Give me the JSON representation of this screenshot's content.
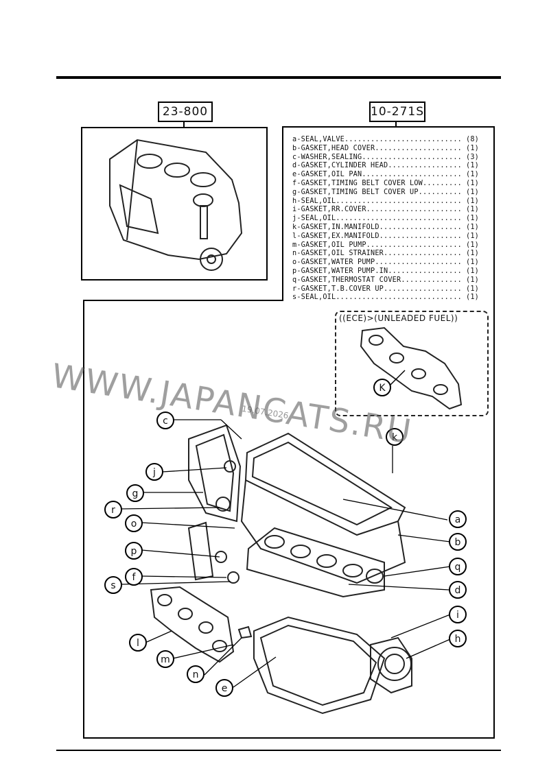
{
  "part_numbers": {
    "engine_block": "23-800",
    "gasket_kit": "10-271S"
  },
  "legend": [
    {
      "key": "a",
      "text": "a-SEAL,VALVE",
      "qty": "(8)"
    },
    {
      "key": "b",
      "text": "b-GASKET,HEAD COVER",
      "qty": "(1)"
    },
    {
      "key": "c",
      "text": "c-WASHER,SEALING",
      "qty": "(3)"
    },
    {
      "key": "d",
      "text": "d-GASKET,CYLINDER HEAD",
      "qty": "(1)"
    },
    {
      "key": "e",
      "text": "e-GASKET,OIL PAN",
      "qty": "(1)"
    },
    {
      "key": "f",
      "text": "f-GASKET,TIMING BELT COVER LOW",
      "qty": "(1)"
    },
    {
      "key": "g",
      "text": "g-GASKET,TIMING BELT COVER UP",
      "qty": "(1)"
    },
    {
      "key": "h",
      "text": "h-SEAL,OIL",
      "qty": "(1)"
    },
    {
      "key": "i",
      "text": "i-GASKET,RR.COVER",
      "qty": "(1)"
    },
    {
      "key": "j",
      "text": "j-SEAL,OIL",
      "qty": "(1)"
    },
    {
      "key": "k",
      "text": "k-GASKET,IN.MANIFOLD",
      "qty": "(1)"
    },
    {
      "key": "l",
      "text": "l-GASKET,EX.MANIFOLD",
      "qty": "(1)"
    },
    {
      "key": "m",
      "text": "m-GASKET,OIL PUMP",
      "qty": "(1)"
    },
    {
      "key": "n",
      "text": "n-GASKET,OIL STRAINER",
      "qty": "(1)"
    },
    {
      "key": "o",
      "text": "o-GASKET,WATER PUMP",
      "qty": "(1)"
    },
    {
      "key": "p",
      "text": "p-GASKET,WATER PUMP.IN",
      "qty": "(1)"
    },
    {
      "key": "q",
      "text": "q-GASKET,THERMOSTAT COVER",
      "qty": "(1)"
    },
    {
      "key": "r",
      "text": "r-GASKET,T.B.COVER UP",
      "qty": "(1)"
    },
    {
      "key": "s",
      "text": "s-SEAL,OIL",
      "qty": "(1)"
    }
  ],
  "ece_label": "((ECE)>(UNLEADED FUEL))",
  "callouts": {
    "a": "a",
    "b": "b",
    "c": "c",
    "d": "d",
    "e": "e",
    "f": "f",
    "g": "g",
    "h": "h",
    "i": "i",
    "j": "j",
    "k_top": "k",
    "k_ece": "K",
    "l": "l",
    "m": "m",
    "n": "n",
    "o": "o",
    "p": "p",
    "q": "q",
    "r": "r",
    "s": "s"
  },
  "watermark": "WWW.JAPANCATS.RU",
  "watermark_date": "19.07.2026"
}
